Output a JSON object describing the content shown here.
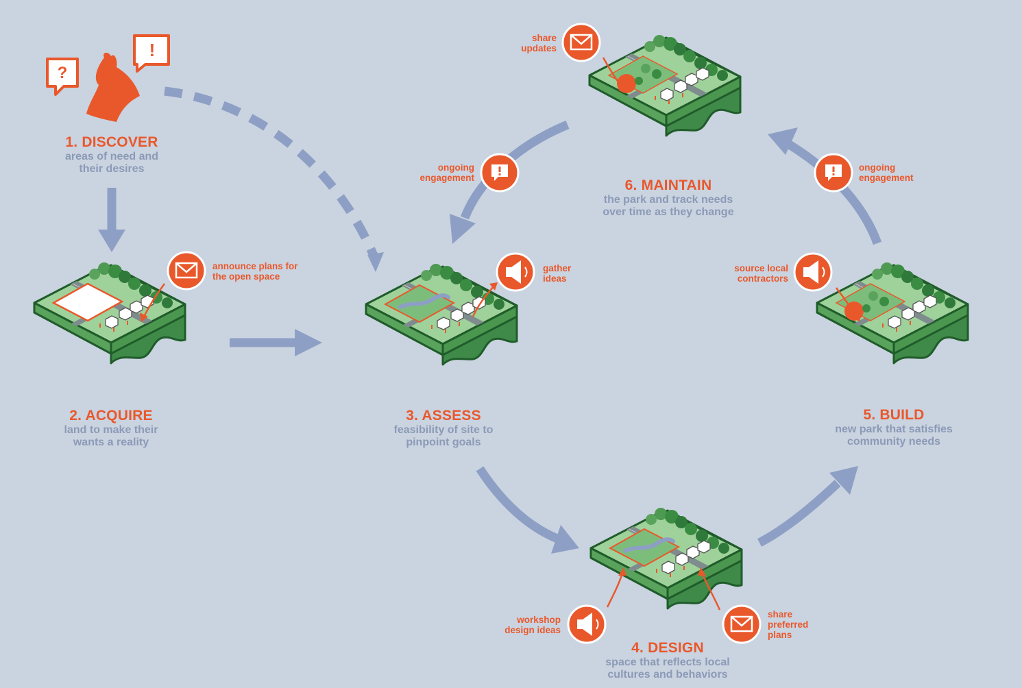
{
  "colors": {
    "background": "#cad3e0",
    "accent": "#e9582b",
    "arrow": "#8d9fc4",
    "description": "#8b9ab6",
    "land_dark": "#3f8a49",
    "land_light": "#9fd19b",
    "road": "#7f8c8d"
  },
  "steps": {
    "discover": {
      "title": "1. DISCOVER",
      "desc1": "areas of need and",
      "desc2": "their desires"
    },
    "acquire": {
      "title": "2. ACQUIRE",
      "desc1": "land to make their",
      "desc2": "wants a reality"
    },
    "assess": {
      "title": "3. ASSESS",
      "desc1": "feasibility of site to",
      "desc2": "pinpoint goals"
    },
    "design": {
      "title": "4. DESIGN",
      "desc1": "space that reflects local",
      "desc2": "cultures and behaviors"
    },
    "build": {
      "title": "5. BUILD",
      "desc1": "new park that satisfies",
      "desc2": "community needs"
    },
    "maintain": {
      "title": "6. MAINTAIN",
      "desc1": "the park and track needs",
      "desc2": "over time as they change"
    }
  },
  "notes": {
    "announce": {
      "line1": "announce plans for",
      "line2": "the open space",
      "icon": "mail-icon"
    },
    "gather": {
      "line1": "gather",
      "line2": "ideas",
      "icon": "megaphone-icon"
    },
    "share_updates": {
      "line1": "share",
      "line2": "updates",
      "icon": "mail-icon"
    },
    "ongoing_left": {
      "line1": "ongoing",
      "line2": "engagement",
      "icon": "exclamation-icon"
    },
    "ongoing_right": {
      "line1": "ongoing",
      "line2": "engagement",
      "icon": "exclamation-icon"
    },
    "source": {
      "line1": "source local",
      "line2": "contractors",
      "icon": "megaphone-icon"
    },
    "workshop": {
      "line1": "workshop",
      "line2": "design ideas",
      "icon": "megaphone-icon"
    },
    "share_plans": {
      "line1": "share",
      "line2": "preferred",
      "line3": "plans",
      "icon": "mail-icon"
    }
  },
  "discover_bubbles": {
    "question": "?",
    "exclaim": "!"
  }
}
